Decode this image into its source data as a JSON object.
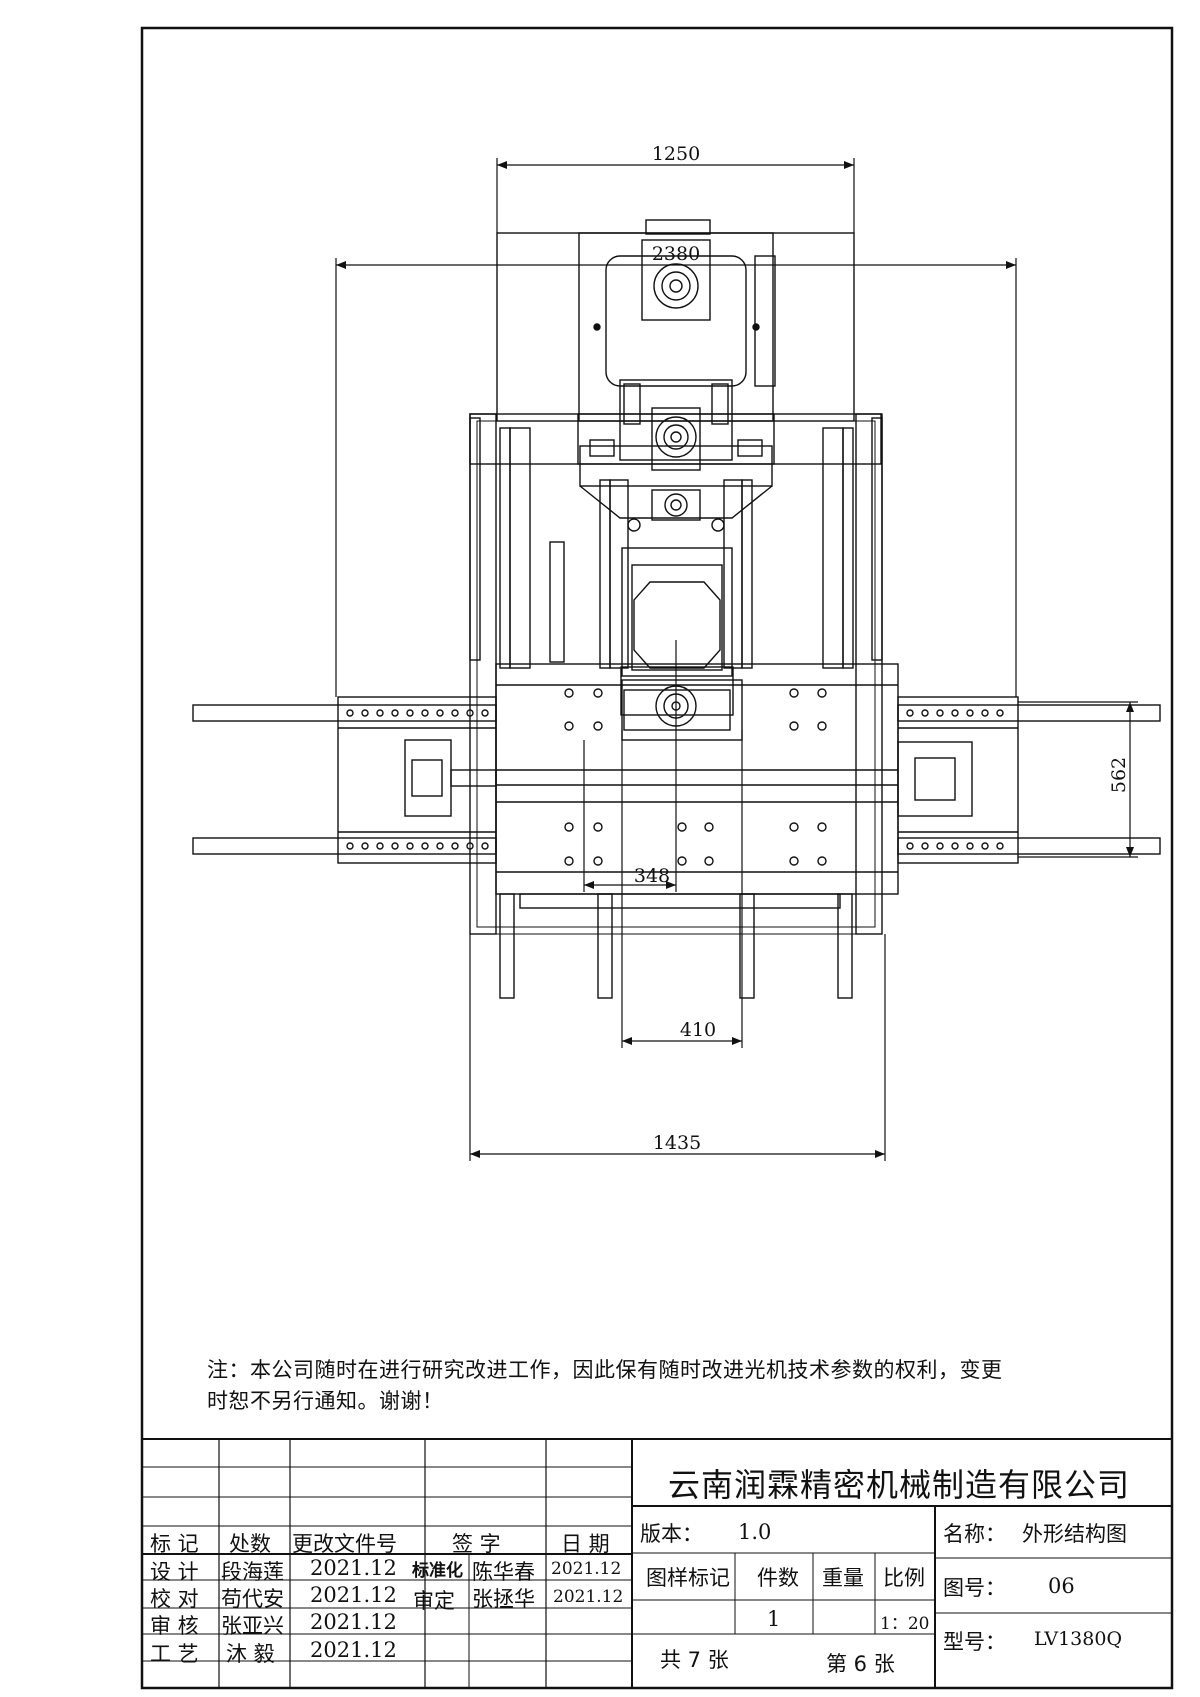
{
  "drawing": {
    "dimensions": {
      "top_width": "1250",
      "overall_width": "2380",
      "rail_spacing": "562",
      "spindle_offset": "348",
      "table_inner": "410",
      "base_width": "1435"
    }
  },
  "note": {
    "line1": "注：本公司随时在进行研究改进工作，因此保有随时改进光机技术参数的权利，变更",
    "line2": "时恕不另行通知。谢谢！"
  },
  "title_block": {
    "company": "云南润霖精密机械制造有限公司",
    "headers": {
      "mark": "标 记",
      "count": "处数",
      "change_doc": "更改文件号",
      "signature": "签 字",
      "date": "日 期"
    },
    "rows": [
      {
        "role": "设 计",
        "name": "段海莲",
        "date": "2021.12"
      },
      {
        "role": "校 对",
        "name": "苟代安",
        "date": "2021.12"
      },
      {
        "role": "审 核",
        "name": "张亚兴",
        "date": "2021.12"
      },
      {
        "role": "工 艺",
        "name": "沐 毅",
        "date": "2021.12"
      }
    ],
    "standardization": {
      "label": "标准化",
      "name": "陈华春",
      "date": "2021.12"
    },
    "approval": {
      "label": "审定",
      "name": "张拯华",
      "date": "2021.12"
    },
    "version_label": "版本：",
    "version_value": "1.0",
    "name_label": "名称：",
    "name_value": "外形结构图",
    "pattern_mark": "图样标记",
    "quantity_label": "件数",
    "weight_label": "重量",
    "scale_label": "比例",
    "quantity_value": "1",
    "scale_value": "1：20",
    "drawing_no_label": "图号：",
    "drawing_no_value": "06",
    "model_label": "型号：",
    "model_value": "LV1380Q",
    "total_sheets": "共 7 张",
    "sheet_no": "第 6 张"
  }
}
